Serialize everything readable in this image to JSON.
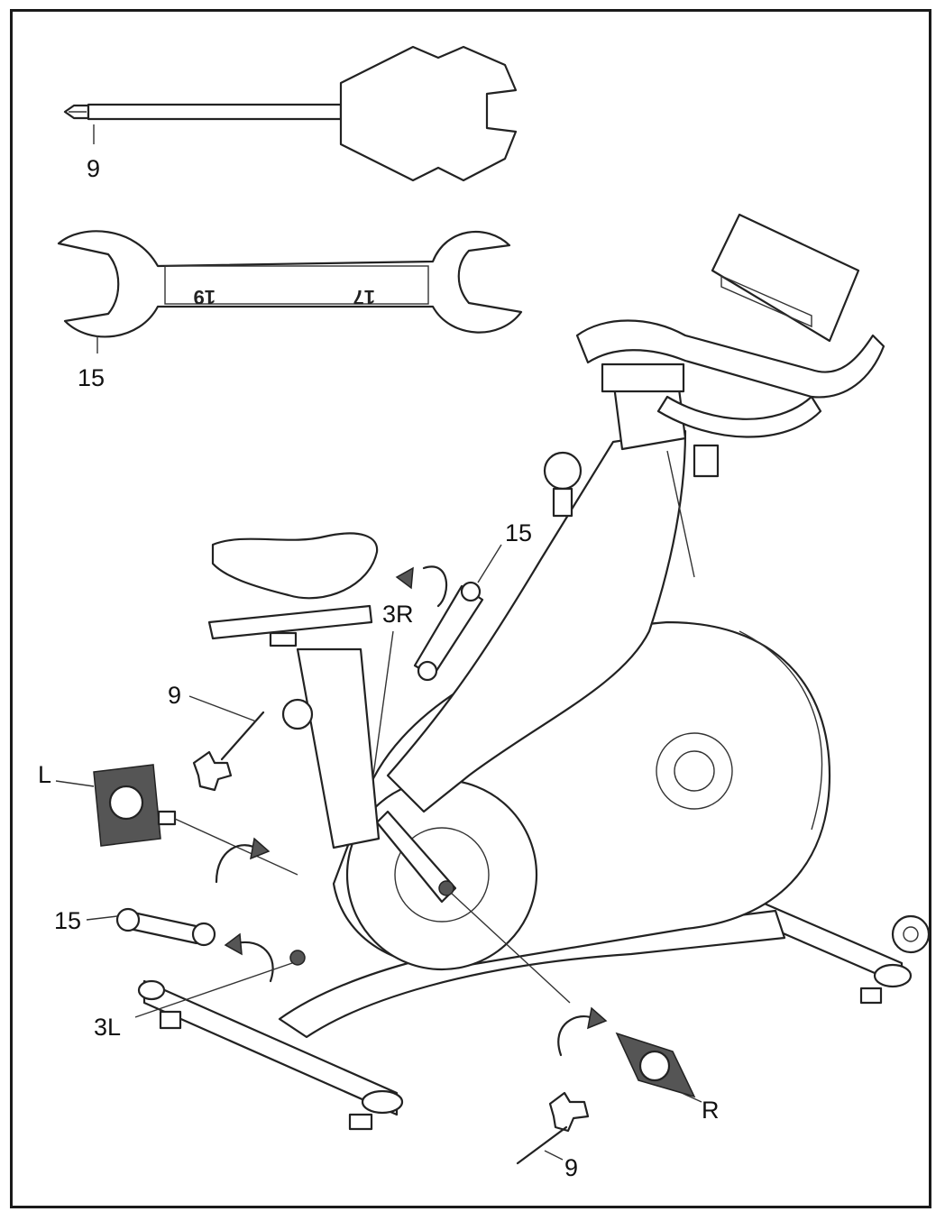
{
  "labels": {
    "screwdriver_top": "9",
    "wrench_top": "15",
    "stamp_left": "19",
    "stamp_right": "17",
    "wrench_post": "15",
    "crank_right_bolt": "3R",
    "tool_seat": "9",
    "pedal_left": "L",
    "wrench_left": "15",
    "crank_left_bolt": "3L",
    "pedal_right": "R",
    "tool_bottom": "9"
  }
}
